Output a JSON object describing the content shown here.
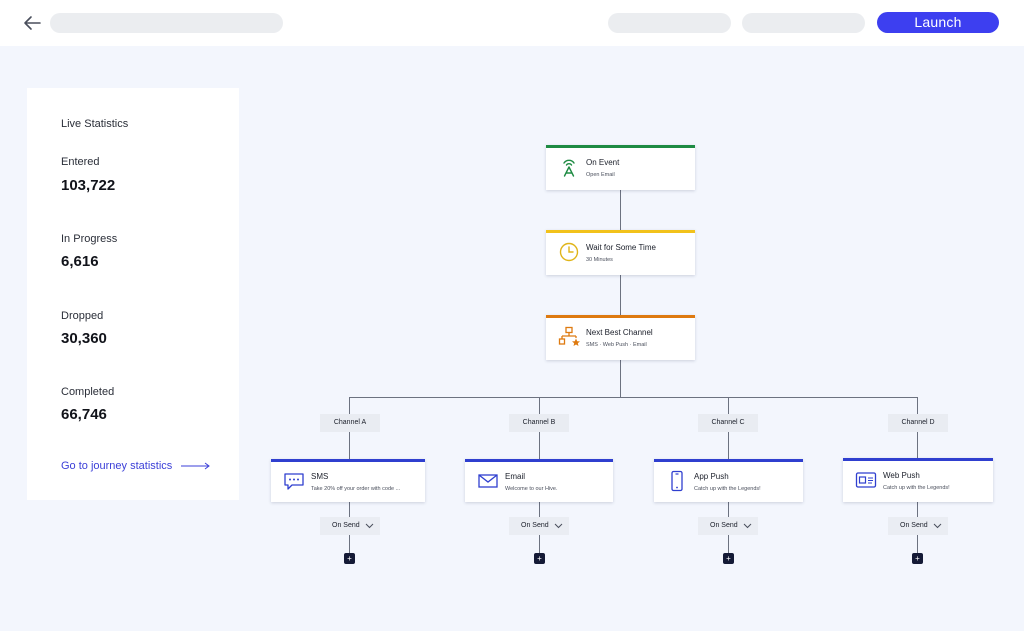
{
  "topbar": {
    "launch_label": "Launch"
  },
  "stats": {
    "heading": "Live Statistics",
    "items": [
      {
        "label": "Entered",
        "value": "103,722"
      },
      {
        "label": "In Progress",
        "value": "6,616"
      },
      {
        "label": "Dropped",
        "value": "30,360"
      },
      {
        "label": "Completed",
        "value": "66,746"
      }
    ],
    "link_label": "Go to journey statistics"
  },
  "flow": {
    "on_event": {
      "title": "On Event",
      "subtitle": "Open Email",
      "color": "#1e8b43"
    },
    "wait": {
      "title": "Wait for Some Time",
      "subtitle": "30 Minutes",
      "color": "#f2c21b"
    },
    "best_channel": {
      "title": "Next Best Channel",
      "subtitle": "SMS · Web Push · Email",
      "color": "#de7a10"
    },
    "channels": [
      {
        "tag": "Channel A",
        "title": "SMS",
        "subtitle": "Take 20% off your order with code ...",
        "icon": "sms-icon",
        "send_label": "On Send",
        "color": "#2f3fcf"
      },
      {
        "tag": "Channel B",
        "title": "Email",
        "subtitle": "Welcome to our Hive.",
        "icon": "email-icon",
        "send_label": "On Send",
        "color": "#2f3fcf"
      },
      {
        "tag": "Channel C",
        "title": "App Push",
        "subtitle": "Catch up with the Legends!",
        "icon": "mobile-icon",
        "send_label": "On Send",
        "color": "#2f3fcf"
      },
      {
        "tag": "Channel D",
        "title": "Web Push",
        "subtitle": "Catch up with the Legends!",
        "icon": "browser-icon",
        "send_label": "On Send",
        "color": "#2f3fcf"
      }
    ]
  }
}
